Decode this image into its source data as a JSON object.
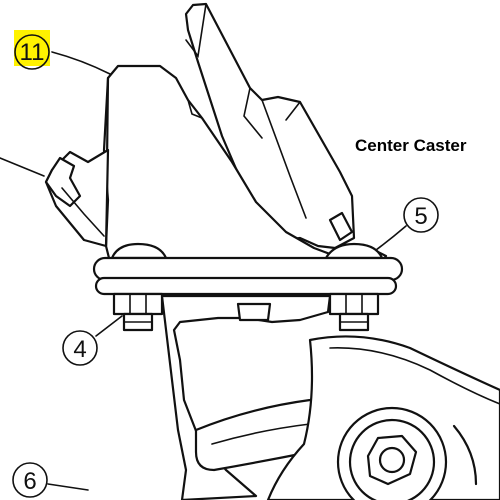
{
  "diagram": {
    "title": "Center Caster",
    "highlight_color": "#fff200",
    "callouts": [
      {
        "id": "callout-11",
        "label": "11",
        "highlighted": true
      },
      {
        "id": "callout-5",
        "label": "5",
        "highlighted": false
      },
      {
        "id": "callout-4",
        "label": "4",
        "highlighted": false
      },
      {
        "id": "callout-6",
        "label": "6",
        "highlighted": false
      }
    ]
  }
}
